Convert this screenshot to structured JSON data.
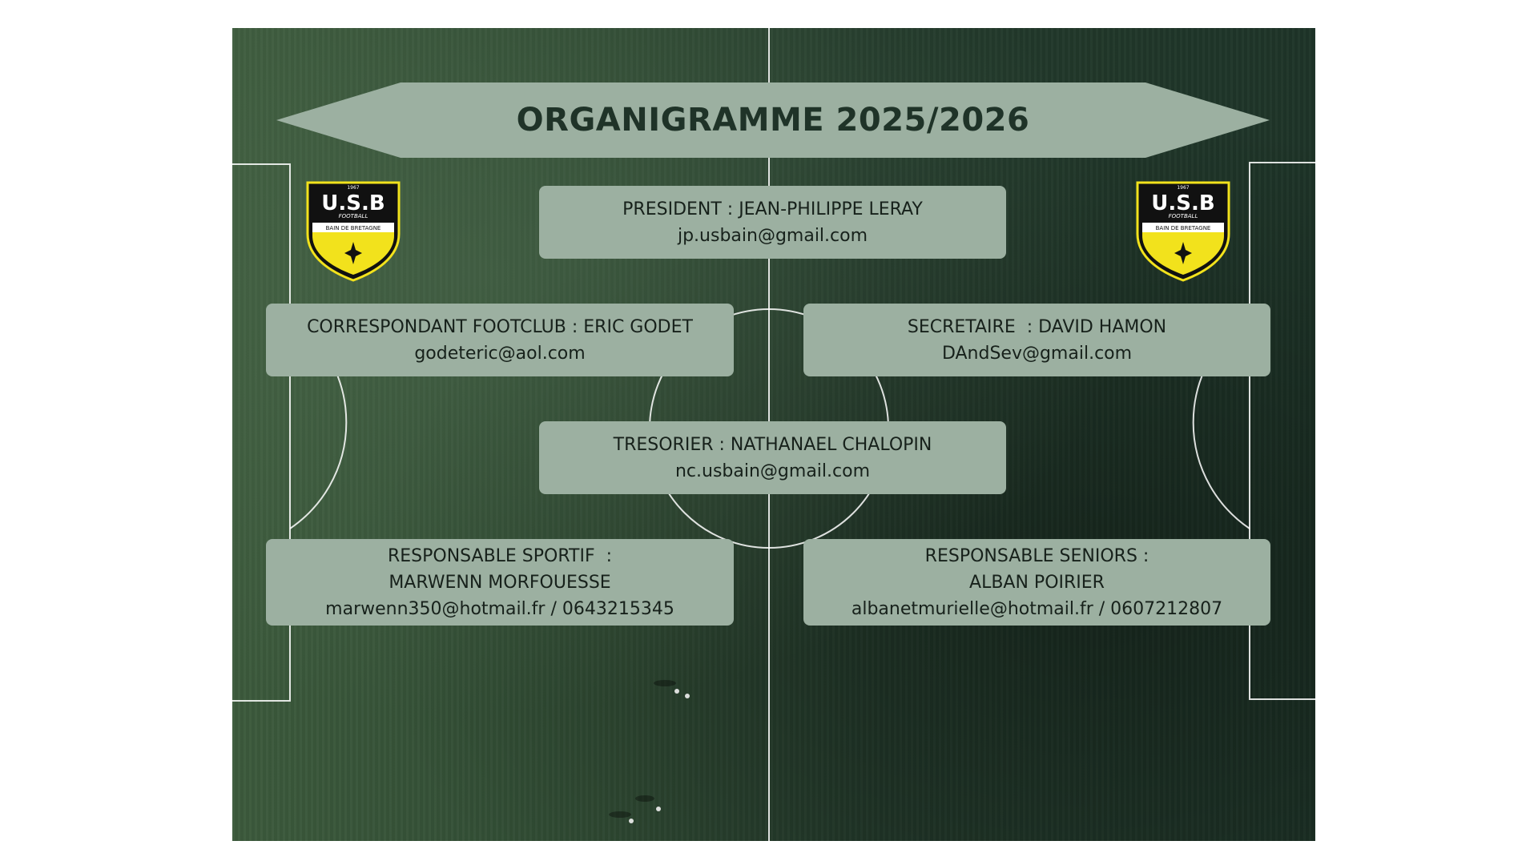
{
  "title": "ORGANIGRAMME 2025/2026",
  "logo": {
    "year": "1967",
    "name": "U.S.B",
    "sub": "FOOTBALL",
    "town": "BAIN DE BRETAGNE"
  },
  "roles": {
    "president": {
      "line1": "PRESIDENT : JEAN-PHILIPPE LERAY",
      "line2": "jp.usbain@gmail.com"
    },
    "footclub": {
      "line1": "CORRESPONDANT FOOTCLUB : ERIC GODET",
      "line2": "godeteric@aol.com"
    },
    "secretaire": {
      "line1": "SECRETAIRE  : DAVID HAMON",
      "line2": "DAndSev@gmail.com"
    },
    "tresorier": {
      "line1": "TRESORIER : NATHANAEL CHALOPIN",
      "line2": "nc.usbain@gmail.com"
    },
    "sportif": {
      "line1": "RESPONSABLE SPORTIF  :",
      "line2": "MARWENN MORFOUESSE",
      "line3": "marwenn350@hotmail.fr / 0643215345"
    },
    "seniors": {
      "line1": "RESPONSABLE SENIORS :",
      "line2": "ALBAN POIRIER",
      "line3": "albanetmurielle@hotmail.fr / 0607212807"
    }
  },
  "colors": {
    "box": "#9cb0a1",
    "text": "#17211b",
    "title": "#1f3328",
    "logo_yellow": "#f2e21c",
    "logo_black": "#111111"
  }
}
